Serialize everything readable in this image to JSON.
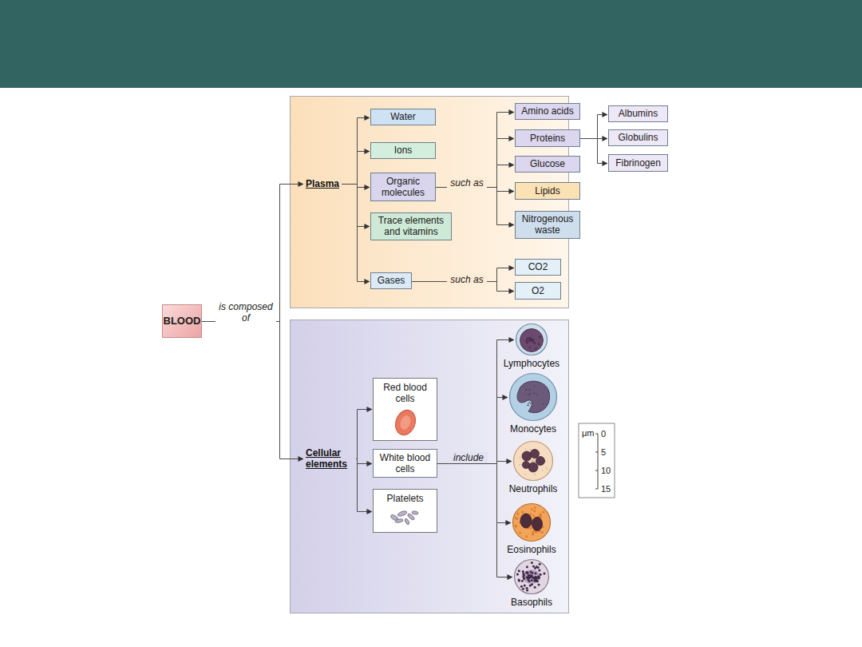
{
  "diagram": {
    "nodes": [
      {
        "text": [
          "BLOOD"
        ]
      },
      {
        "text": [
          "Plasma"
        ]
      },
      {
        "text": [
          "Water"
        ],
        "in": 1
      },
      {
        "text": [
          "Ions"
        ],
        "in": 1
      },
      {
        "text": [
          "Organic molecules"
        ],
        "in": 1
      },
      {
        "text": [
          "Trace elements and vitamins"
        ],
        "in": 1
      },
      {
        "text": [
          "Gases"
        ],
        "in": 1
      },
      {
        "text": [
          "Amino acids"
        ],
        "in": 1
      },
      {
        "text": [
          "Proteins"
        ],
        "in": 1
      },
      {
        "text": [
          "Glucose"
        ],
        "in": 1
      },
      {
        "text": [
          "Lipids"
        ],
        "in": 1
      },
      {
        "text": [
          "Nitrogenous waste"
        ],
        "in": 1
      },
      {
        "text": [
          "CO2"
        ],
        "in": 1
      },
      {
        "text": [
          "O2"
        ],
        "in": 1
      },
      {
        "text": [
          "Albumins"
        ]
      },
      {
        "text": [
          "Globulins"
        ]
      },
      {
        "text": [
          "Fibrinogen"
        ]
      },
      {
        "text": [
          "Cellular elements"
        ]
      },
      {
        "text": [
          "Red blood cells"
        ],
        "in": 17
      },
      {
        "text": [
          "White blood cells"
        ],
        "in": 17
      },
      {
        "text": [
          "Platelets"
        ],
        "in": 17
      },
      {
        "text": [
          "Lymphocytes"
        ],
        "in": 17
      },
      {
        "text": [
          "Monocytes"
        ],
        "in": 17
      },
      {
        "text": [
          "Neutrophils"
        ],
        "in": 17
      },
      {
        "text": [
          "Eosinophils"
        ],
        "in": 17
      },
      {
        "text": [
          "Basophils"
        ],
        "in": 17
      }
    ],
    "edges": [
      {
        "from": 0,
        "to": 1,
        "arrow": "to"
      },
      {
        "from": 0,
        "to": 17,
        "arrow": "to"
      },
      {
        "from": 1,
        "to": 2,
        "arrow": "to"
      },
      {
        "from": 1,
        "to": 3,
        "arrow": "to"
      },
      {
        "from": 1,
        "to": 4,
        "arrow": "to"
      },
      {
        "from": 1,
        "to": 5,
        "arrow": "to"
      },
      {
        "from": 1,
        "to": 6,
        "arrow": "to"
      },
      {
        "from": 4,
        "to": 7,
        "arrow": "to"
      },
      {
        "from": 4,
        "to": 8,
        "arrow": "to"
      },
      {
        "from": 4,
        "to": 9,
        "arrow": "to"
      },
      {
        "from": 4,
        "to": 10,
        "arrow": "to"
      },
      {
        "from": 4,
        "to": 11,
        "arrow": "to"
      },
      {
        "from": 6,
        "to": 12,
        "arrow": "to"
      },
      {
        "from": 6,
        "to": 13,
        "arrow": "to"
      },
      {
        "from": 8,
        "to": 14,
        "arrow": "to"
      },
      {
        "from": 8,
        "to": 15,
        "arrow": "to"
      },
      {
        "from": 8,
        "to": 16,
        "arrow": "to"
      },
      {
        "from": 17,
        "to": 18,
        "arrow": "to"
      },
      {
        "from": 17,
        "to": 19,
        "arrow": "to"
      },
      {
        "from": 17,
        "to": 20,
        "arrow": "to"
      },
      {
        "from": 19,
        "to": 21,
        "arrow": "to"
      },
      {
        "from": 19,
        "to": 22,
        "arrow": "to"
      },
      {
        "from": 19,
        "to": 23,
        "arrow": "to"
      },
      {
        "from": 19,
        "to": 24,
        "arrow": "to"
      },
      {
        "from": 19,
        "to": 25,
        "arrow": "to"
      }
    ],
    "labels": [
      "is composed of",
      "such as",
      "such as",
      "include",
      "μm",
      "0",
      "5",
      "10",
      "15"
    ]
  }
}
